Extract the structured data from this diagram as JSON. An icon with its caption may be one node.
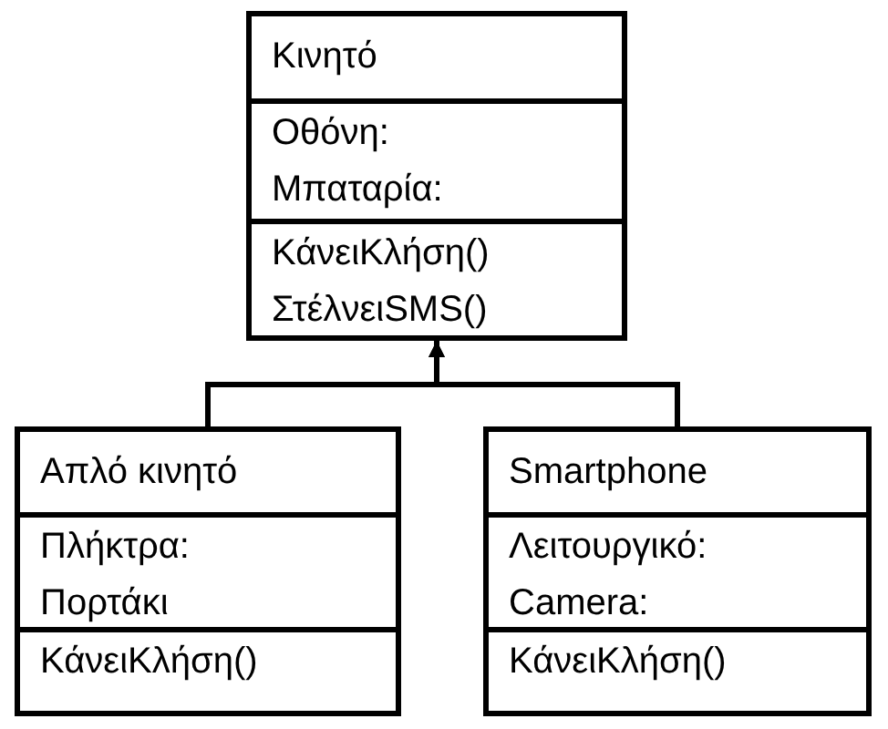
{
  "diagram": {
    "nodes": [
      {
        "text": [
          "Κινητό"
        ]
      },
      {
        "text": [
          "Οθόνη:",
          "Μπαταρία:"
        ],
        "in": 0
      },
      {
        "text": [
          "ΚάνειΚλήση()",
          "ΣτέλνειSMS()"
        ],
        "in": 0
      },
      {
        "text": [
          "Απλό κινητό"
        ]
      },
      {
        "text": [
          "Πλήκτρα:",
          "Πορτάκι"
        ],
        "in": 3
      },
      {
        "text": [
          "ΚάνειΚλήση()"
        ],
        "in": 3
      },
      {
        "text": [
          "Smartphone"
        ]
      },
      {
        "text": [
          "Λειτουργικό:",
          "Camera:"
        ],
        "in": 6
      },
      {
        "text": [
          "ΚάνειΚλήση()"
        ],
        "in": 6
      }
    ],
    "edges": [
      {
        "from": 3,
        "to": 0,
        "arrow": "to"
      },
      {
        "from": 6,
        "to": 0,
        "arrow": "to"
      }
    ]
  }
}
